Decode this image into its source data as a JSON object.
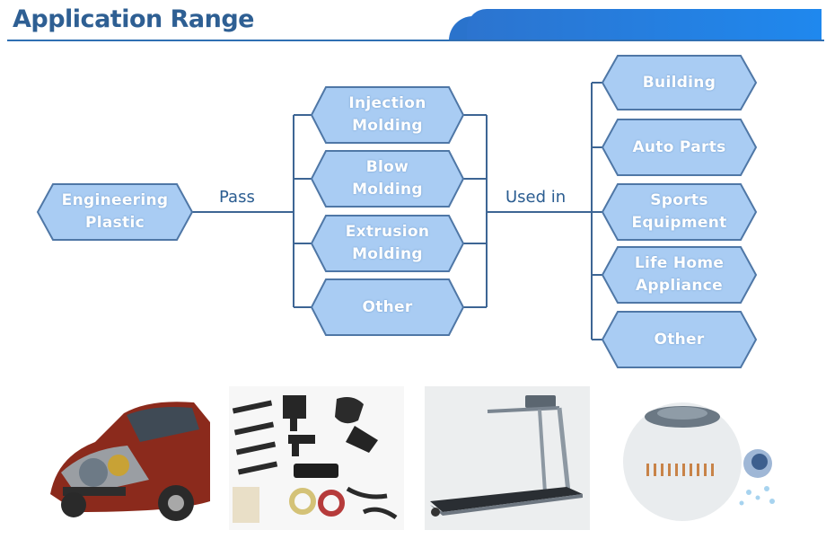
{
  "header": {
    "title": "Application Range"
  },
  "diagram": {
    "source": "Engineering\nPlastic",
    "edge_pass": "Pass",
    "edge_used": "Used in",
    "processes": [
      "Injection\nMolding",
      "Blow\nMolding",
      "Extrusion\nMolding",
      "Other"
    ],
    "applications": [
      "Building",
      "Auto Parts",
      "Sports\nEquipment",
      "Life Home\nAppliance",
      "Other"
    ]
  },
  "colors": {
    "node_fill": "#a9ccf3",
    "node_stroke": "#4f77a6",
    "line": "#3d6594",
    "header_bar": "#2b7be0",
    "title": "#2e5f93"
  },
  "photos": [
    {
      "icon": "car-engine-cutaway-photo"
    },
    {
      "icon": "plastic-parts-photo"
    },
    {
      "icon": "treadmill-photo"
    },
    {
      "icon": "round-air-purifier-photo"
    }
  ]
}
